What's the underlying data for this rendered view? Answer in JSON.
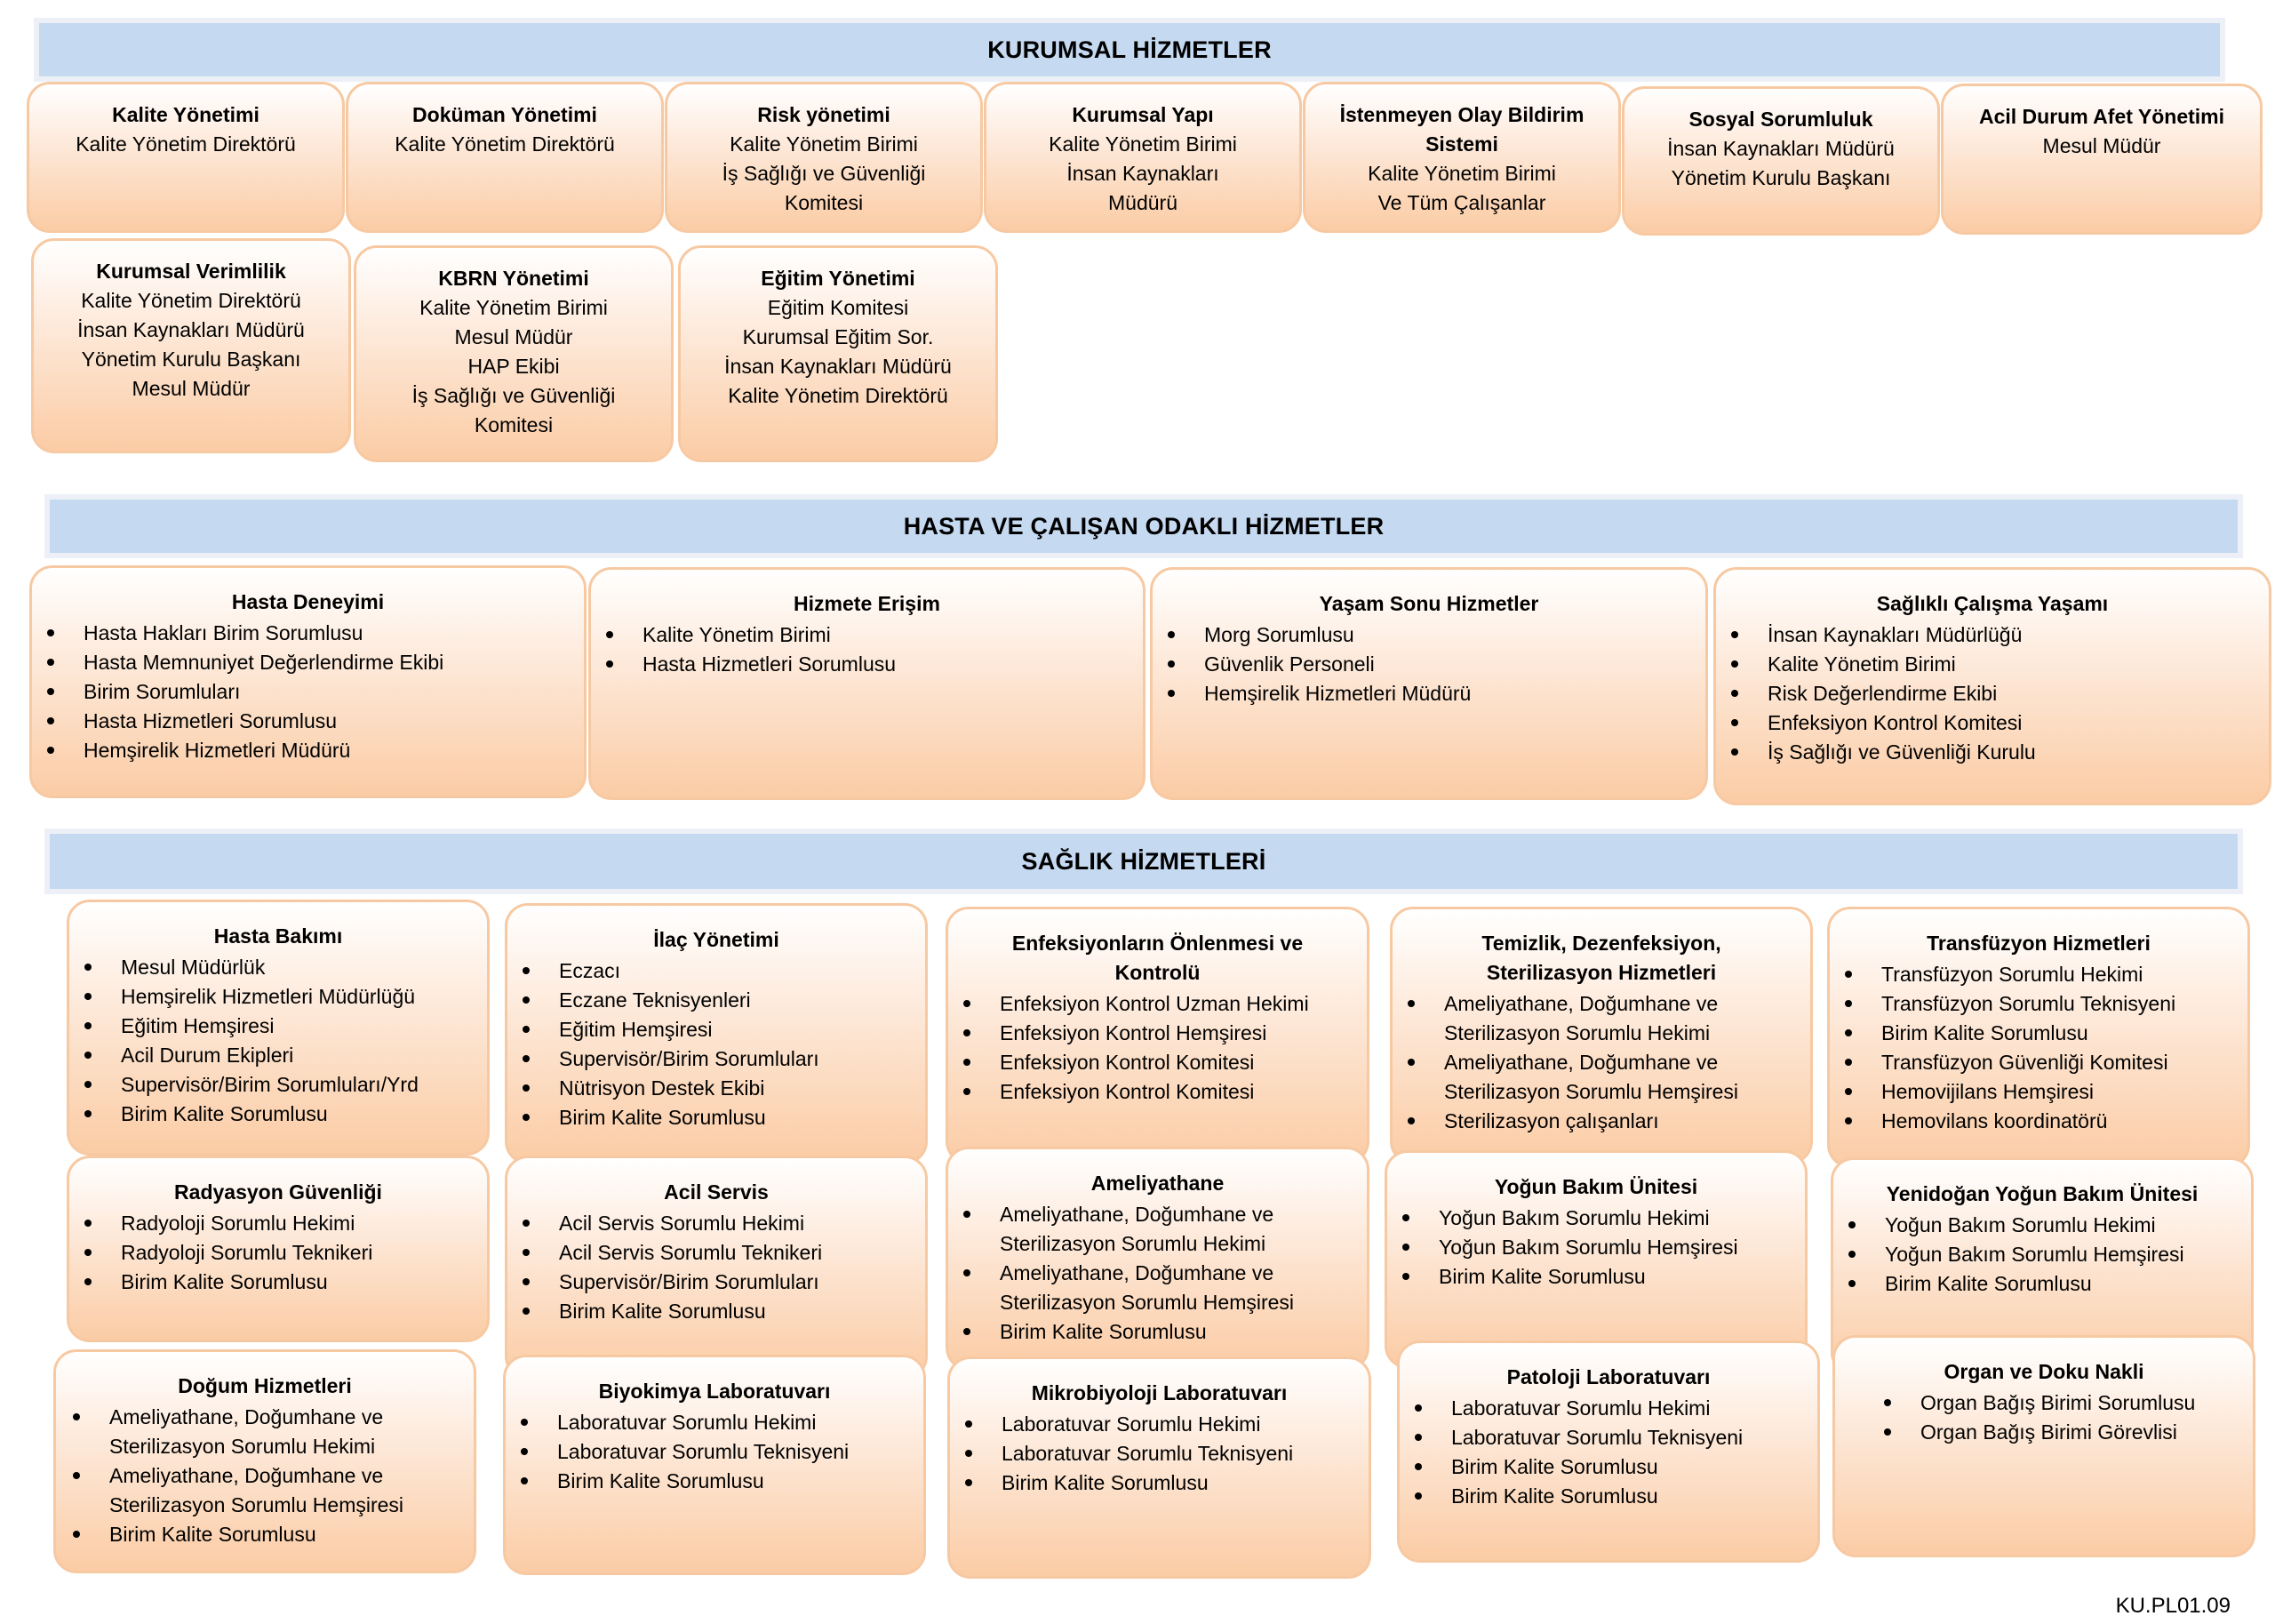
{
  "sections": {
    "kurumsal": "KURUMSAL HİZMETLER",
    "hasta_calisan": "HASTA VE ÇALIŞAN ODAKLI HİZMETLER",
    "saglik": "SAĞLIK HİZMETLERİ"
  },
  "kurumsal": [
    {
      "title": "Kalite Yönetimi",
      "lines": [
        "Kalite Yönetim Direktörü"
      ]
    },
    {
      "title": "Doküman Yönetimi",
      "lines": [
        "Kalite Yönetim Direktörü"
      ]
    },
    {
      "title": "Risk yönetimi",
      "lines": [
        "Kalite Yönetim Birimi",
        "İş Sağlığı ve Güvenliği",
        "Komitesi"
      ]
    },
    {
      "title": "Kurumsal Yapı",
      "lines": [
        "Kalite Yönetim Birimi",
        "İnsan Kaynakları",
        "Müdürü"
      ]
    },
    {
      "title": "İstenmeyen Olay Bildirim Sistemi",
      "lines": [
        "Kalite Yönetim Birimi",
        "Ve Tüm Çalışanlar"
      ]
    },
    {
      "title": "Sosyal Sorumluluk",
      "lines": [
        "İnsan Kaynakları Müdürü",
        "Yönetim Kurulu Başkanı"
      ]
    },
    {
      "title": "Acil Durum Afet Yönetimi",
      "lines": [
        "Mesul Müdür"
      ]
    },
    {
      "title": "Kurumsal Verimlilik",
      "lines": [
        "Kalite Yönetim Direktörü",
        "İnsan Kaynakları Müdürü",
        "Yönetim Kurulu Başkanı",
        "Mesul Müdür"
      ]
    },
    {
      "title": "KBRN Yönetimi",
      "lines": [
        "Kalite Yönetim Birimi",
        "Mesul Müdür",
        "HAP Ekibi",
        "İş Sağlığı ve Güvenliği",
        "Komitesi"
      ]
    },
    {
      "title": "Eğitim Yönetimi",
      "lines": [
        "Eğitim Komitesi",
        "Kurumsal Eğitim Sor.",
        "İnsan Kaynakları Müdürü",
        "Kalite Yönetim Direktörü"
      ]
    }
  ],
  "hasta_calisan": [
    {
      "title": "Hasta Deneyimi",
      "items": [
        "Hasta Hakları Birim Sorumlusu",
        "Hasta Memnuniyet Değerlendirme Ekibi",
        "Birim Sorumluları",
        "Hasta Hizmetleri Sorumlusu",
        "Hemşirelik Hizmetleri Müdürü"
      ]
    },
    {
      "title": "Hizmete Erişim",
      "items": [
        "Kalite Yönetim Birimi",
        "Hasta Hizmetleri Sorumlusu"
      ]
    },
    {
      "title": "Yaşam Sonu Hizmetler",
      "items": [
        "Morg Sorumlusu",
        "Güvenlik Personeli",
        "Hemşirelik Hizmetleri Müdürü"
      ]
    },
    {
      "title": "Sağlıklı Çalışma Yaşamı",
      "items": [
        "İnsan Kaynakları Müdürlüğü",
        "Kalite Yönetim Birimi",
        "Risk Değerlendirme Ekibi",
        "Enfeksiyon Kontrol Komitesi",
        "İş Sağlığı ve Güvenliği Kurulu"
      ]
    }
  ],
  "saglik": [
    {
      "title": "Hasta Bakımı",
      "items": [
        "Mesul Müdürlük",
        "Hemşirelik Hizmetleri Müdürlüğü",
        "Eğitim Hemşiresi",
        "Acil Durum Ekipleri",
        "Supervisör/Birim Sorumluları/Yrd",
        "Birim Kalite Sorumlusu"
      ]
    },
    {
      "title": "İlaç Yönetimi",
      "items": [
        "Eczacı",
        "Eczane Teknisyenleri",
        "Eğitim Hemşiresi",
        "Supervisör/Birim Sorumluları",
        "Nütrisyon Destek Ekibi",
        "Birim Kalite Sorumlusu"
      ]
    },
    {
      "title": "Enfeksiyonların Önlenmesi ve Kontrolü",
      "items": [
        "Enfeksiyon Kontrol Uzman Hekimi",
        "Enfeksiyon Kontrol Hemşiresi",
        "Enfeksiyon Kontrol Komitesi",
        "Enfeksiyon Kontrol Komitesi"
      ]
    },
    {
      "title": "Temizlik, Dezenfeksiyon, Sterilizasyon Hizmetleri",
      "items": [
        "Ameliyathane, Doğumhane ve Sterilizasyon Sorumlu Hekimi",
        "Ameliyathane, Doğumhane ve Sterilizasyon Sorumlu Hemşiresi",
        "Sterilizasyon çalışanları"
      ]
    },
    {
      "title": "Transfüzyon Hizmetleri",
      "items": [
        "Transfüzyon Sorumlu Hekimi",
        "Transfüzyon Sorumlu Teknisyeni",
        "Birim Kalite Sorumlusu",
        "Transfüzyon Güvenliği Komitesi",
        "Hemovijilans Hemşiresi",
        "Hemovilans koordinatörü"
      ]
    },
    {
      "title": "Radyasyon Güvenliği",
      "items": [
        "Radyoloji Sorumlu Hekimi",
        "Radyoloji Sorumlu Teknikeri",
        "Birim Kalite Sorumlusu"
      ]
    },
    {
      "title": "Acil Servis",
      "items": [
        "Acil Servis Sorumlu Hekimi",
        "Acil Servis Sorumlu Teknikeri",
        "Supervisör/Birim Sorumluları",
        "Birim Kalite Sorumlusu"
      ]
    },
    {
      "title": "Ameliyathane",
      "items": [
        "Ameliyathane, Doğumhane ve Sterilizasyon Sorumlu Hekimi",
        "Ameliyathane, Doğumhane ve Sterilizasyon Sorumlu Hemşiresi",
        "Birim Kalite Sorumlusu"
      ]
    },
    {
      "title": "Yoğun Bakım Ünitesi",
      "items": [
        "Yoğun Bakım Sorumlu Hekimi",
        "Yoğun Bakım Sorumlu Hemşiresi",
        "Birim Kalite Sorumlusu"
      ]
    },
    {
      "title": "Yenidoğan Yoğun Bakım Ünitesi",
      "items": [
        "Yoğun Bakım Sorumlu Hekimi",
        "Yoğun Bakım Sorumlu Hemşiresi",
        "Birim Kalite Sorumlusu"
      ]
    },
    {
      "title": "Doğum Hizmetleri",
      "items": [
        "Ameliyathane, Doğumhane ve Sterilizasyon Sorumlu Hekimi",
        "Ameliyathane, Doğumhane ve Sterilizasyon Sorumlu Hemşiresi",
        "Birim Kalite Sorumlusu"
      ]
    },
    {
      "title": "Biyokimya Laboratuvarı",
      "items": [
        "Laboratuvar Sorumlu Hekimi",
        "Laboratuvar Sorumlu Teknisyeni",
        "Birim Kalite Sorumlusu"
      ]
    },
    {
      "title": "Mikrobiyoloji Laboratuvarı",
      "items": [
        "Laboratuvar Sorumlu Hekimi",
        "Laboratuvar Sorumlu Teknisyeni",
        "Birim Kalite Sorumlusu"
      ]
    },
    {
      "title": "Patoloji Laboratuvarı",
      "items": [
        "Laboratuvar Sorumlu Hekimi",
        "Laboratuvar Sorumlu Teknisyeni",
        "Birim Kalite Sorumlusu",
        "Birim Kalite Sorumlusu"
      ]
    },
    {
      "title": "Organ ve Doku Nakli",
      "items": [
        "Organ Bağış Birimi Sorumlusu",
        "Organ Bağış Birimi Görevlisi"
      ]
    }
  ],
  "doc_code": "KU.PL01.09"
}
